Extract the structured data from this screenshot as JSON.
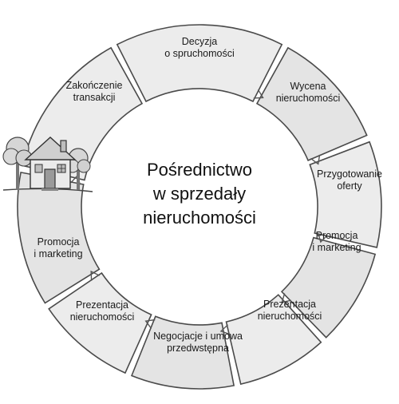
{
  "center": {
    "line1": "Pośrednictwo",
    "line2": "w sprzedały",
    "line3": "nieruchomości"
  },
  "steps": [
    {
      "line1": "Decyzja",
      "line2": "o spruchomości"
    },
    {
      "line1": "Wycena",
      "line2": "nieruchomości"
    },
    {
      "line1": "Przygotowanie",
      "line2": "oferty"
    },
    {
      "line1": "Promocja",
      "line2": "i marketing"
    },
    {
      "line1": "Prezentacja",
      "line2": "nieruchomości"
    },
    {
      "line1": "Negocjacje i umowa",
      "line2": "przedwstępna"
    },
    {
      "line1": "Prezentacja",
      "line2": "nieruchomości"
    },
    {
      "line1": "Promocja",
      "line2": "i marketing"
    },
    {
      "line1": "Zakończenie",
      "line2": "transakcji"
    }
  ],
  "icons": [
    "house-icon",
    "tree-icon",
    "arrow-icon"
  ]
}
